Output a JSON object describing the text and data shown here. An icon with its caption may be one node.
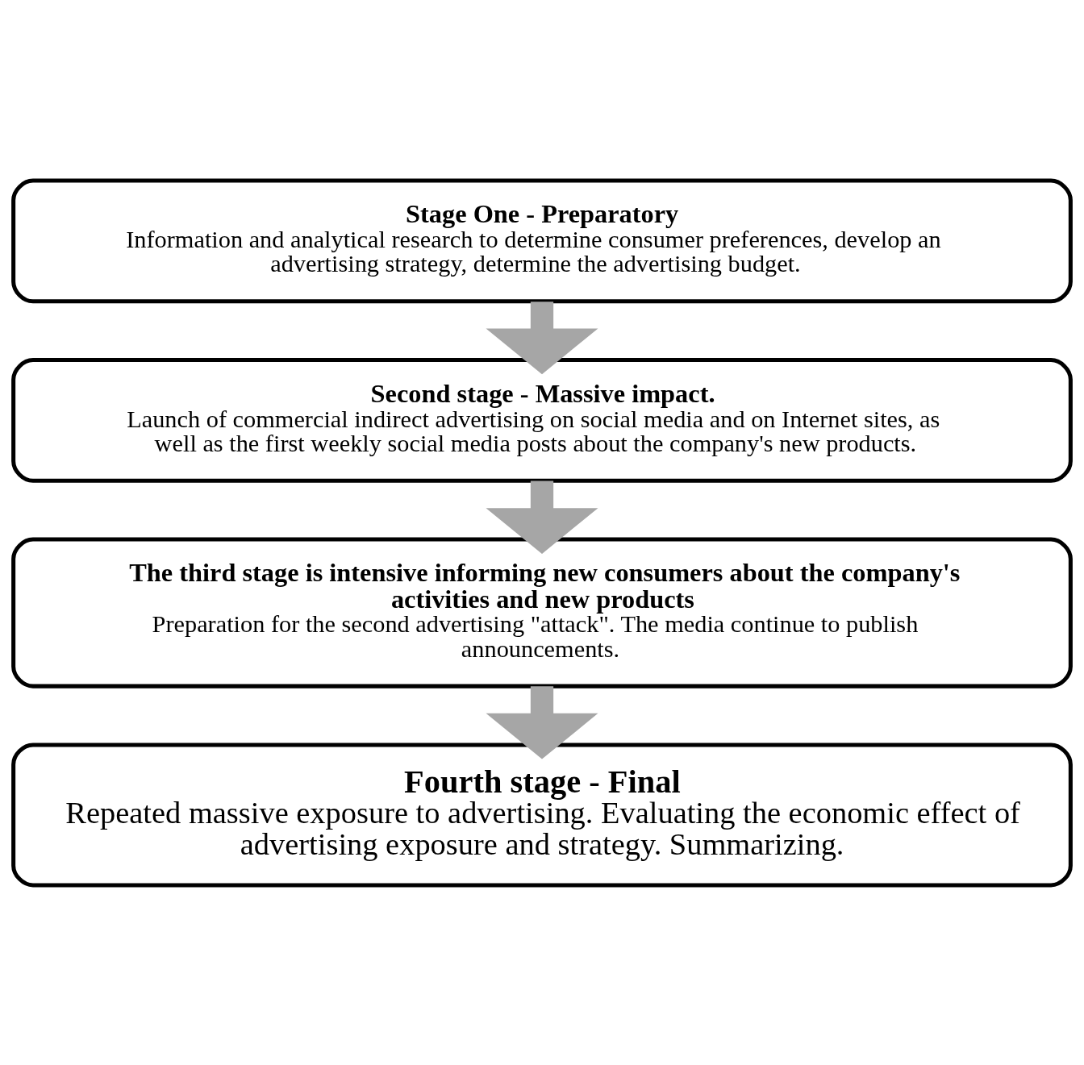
{
  "diagram": {
    "nodes": [
      {
        "text": [
          "Stage One - Preparatory",
          "Information and analytical research to determine consumer preferences, develop an advertising strategy, determine the advertising budget."
        ]
      },
      {
        "text": [
          "Second stage - Massive impact.",
          "Launch of commercial indirect advertising on social media and on Internet sites, as well as the first weekly social media posts about the company's new products."
        ]
      },
      {
        "text": [
          "The third stage is intensive informing new consumers about the company's activities and new products",
          "Preparation for the second advertising \"attack\". The media continue to publish announcements."
        ]
      },
      {
        "text": [
          "Fourth stage - Final",
          "Repeated massive exposure to advertising. Evaluating the economic effect of advertising exposure and strategy. Summarizing."
        ]
      }
    ],
    "edges": [
      {
        "from": 0,
        "to": 1,
        "arrow": "to"
      },
      {
        "from": 1,
        "to": 2,
        "arrow": "to"
      },
      {
        "from": 2,
        "to": 3,
        "arrow": "to"
      }
    ]
  }
}
